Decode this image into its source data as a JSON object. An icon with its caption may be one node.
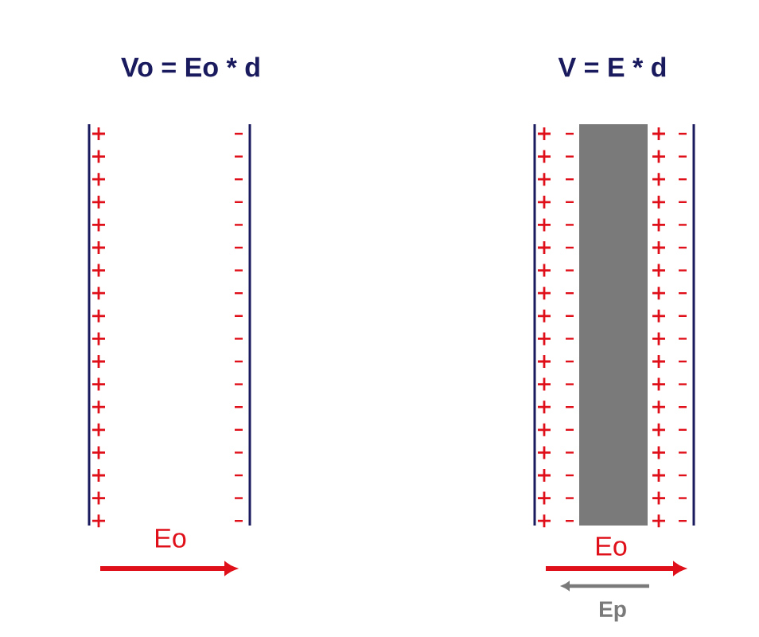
{
  "diagram": {
    "labels": [
      "Vo = Eo * d",
      "V = E * d",
      "Eo",
      "Eo",
      "Ep"
    ]
  }
}
